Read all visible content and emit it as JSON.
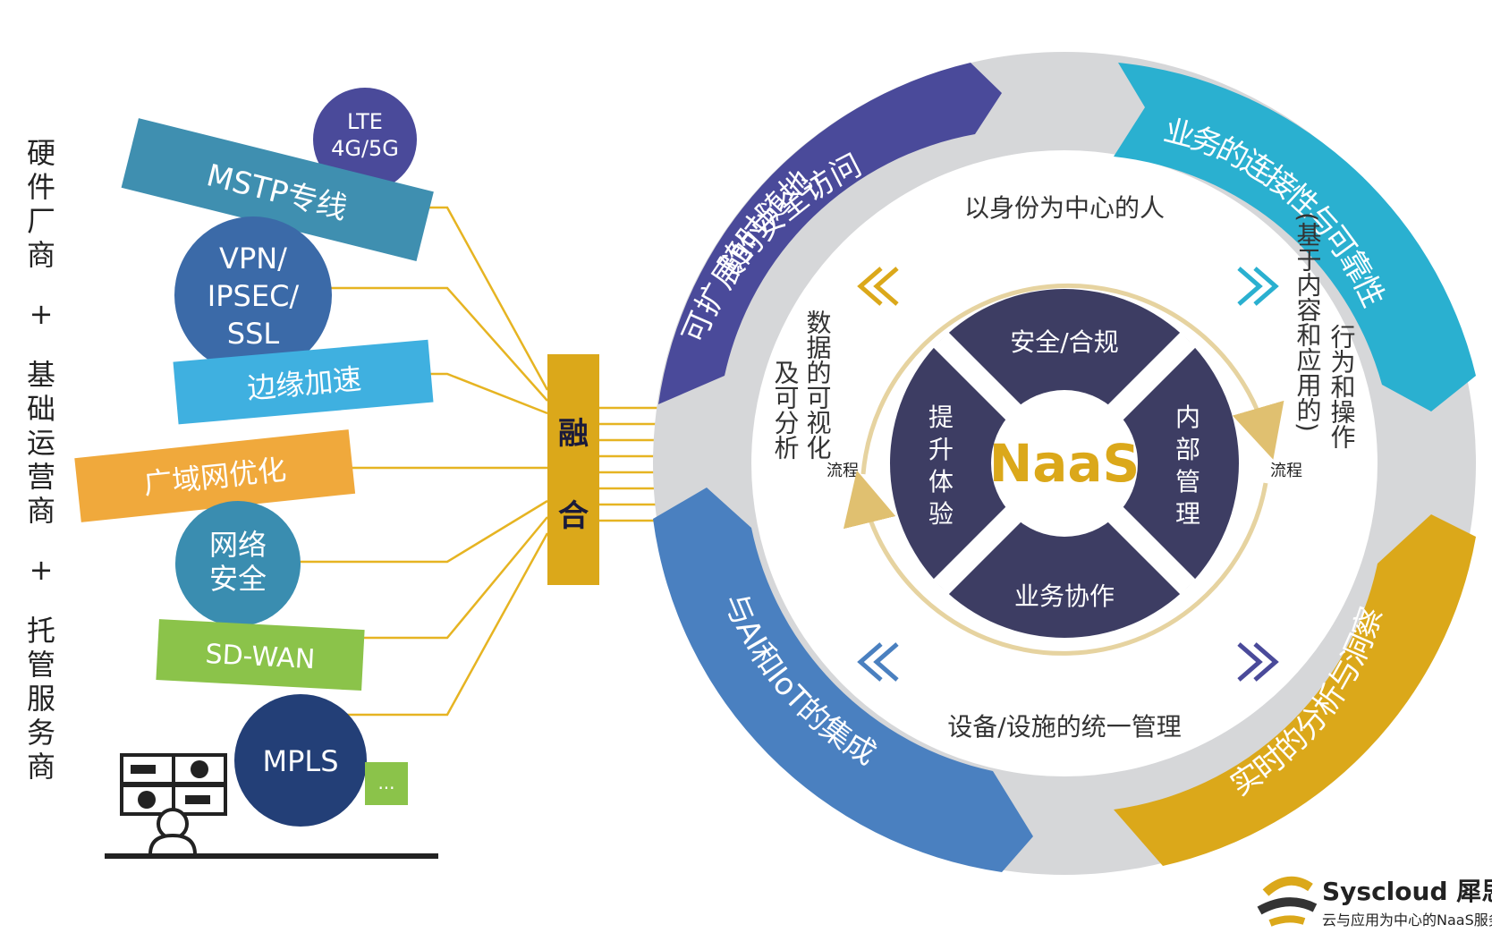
{
  "left_column": {
    "chars_1": [
      "硬",
      "件",
      "厂",
      "商"
    ],
    "plus_1": "+",
    "chars_2": [
      "基",
      "础",
      "运",
      "营",
      "商"
    ],
    "plus_2": "+",
    "chars_3": [
      "托",
      "管",
      "服",
      "务",
      "商"
    ]
  },
  "sources": {
    "lte": [
      "LTE",
      "4G/5G"
    ],
    "mstp": "MSTP专线",
    "vpn": [
      "VPN/",
      "IPSEC/",
      "SSL"
    ],
    "edge": "边缘加速",
    "wan_opt": "广域网优化",
    "netsec": [
      "网络",
      "安全"
    ],
    "sdwan": "SD-WAN",
    "mpls": "MPLS",
    "more": "..."
  },
  "fusion": [
    "融",
    "合"
  ],
  "outer_ring": {
    "top_left": [
      "随时随地,",
      "可扩展的安全访问"
    ],
    "top_right": "业务的连接性与可靠性",
    "bottom_right": "实时的分析与洞察",
    "bottom_left": "与AI和IoT的集成"
  },
  "middle": {
    "top": "以身份为中心的人",
    "bottom": "设备/设施的统一管理",
    "left": [
      "数据的可视化",
      "及可分析"
    ],
    "right": [
      "行为和操作",
      "(基于内容和应用的)"
    ],
    "flow_left": "流程",
    "flow_right": "流程"
  },
  "core": {
    "center": "NaaS",
    "top": "安全/合规",
    "bottom": "业务协作",
    "left": [
      "提",
      "升",
      "体",
      "验"
    ],
    "right": [
      "内",
      "部",
      "管",
      "理"
    ]
  },
  "brand": {
    "name": "Syscloud 犀思云",
    "tagline": "云与应用为中心的NaaS服务商"
  },
  "colors": {
    "purple": "#4a4a9a",
    "cyan": "#2ab0d0",
    "gold": "#dba81a",
    "blue": "#4a80c0",
    "navy": "#3d3d63",
    "grey": "#d6d7d9",
    "line": "#e6b422"
  }
}
